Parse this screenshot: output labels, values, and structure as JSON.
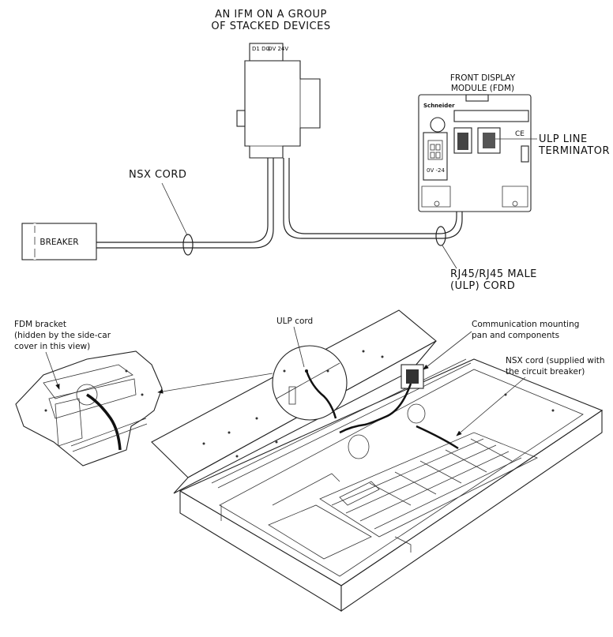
{
  "top_diagram": {
    "ifm_title_line1": "AN IFM ON A GROUP",
    "ifm_title_line2": "OF STACKED DEVICES",
    "ifm_terminal_left": "D1 D0",
    "ifm_terminal_right": "0V 24V",
    "nsx_cord_label": "NSX CORD",
    "breaker_label": "BREAKER",
    "fdm_title_line1": "FRONT DISPLAY",
    "fdm_title_line2": "MODULE (FDM)",
    "fdm_brand": "Schneider",
    "fdm_ce_mark": "CE",
    "fdm_power_label": "0V  -24",
    "ulp_terminator_line1": "ULP LINE",
    "ulp_terminator_line2": "TERMINATOR",
    "rj45_cord_line1": "RJ45/RJ45 MALE",
    "rj45_cord_line2": "(ULP) CORD"
  },
  "bottom_diagram": {
    "fdm_bracket_line1": "FDM bracket",
    "fdm_bracket_line2": "(hidden by the side-car",
    "fdm_bracket_line3": "cover in this view)",
    "ulp_cord_label": "ULP cord",
    "comm_pan_line1": "Communication mounting",
    "comm_pan_line2": "pan and components",
    "nsx_cord_line1": "NSX cord (supplied with",
    "nsx_cord_line2": "the circuit breaker)"
  }
}
